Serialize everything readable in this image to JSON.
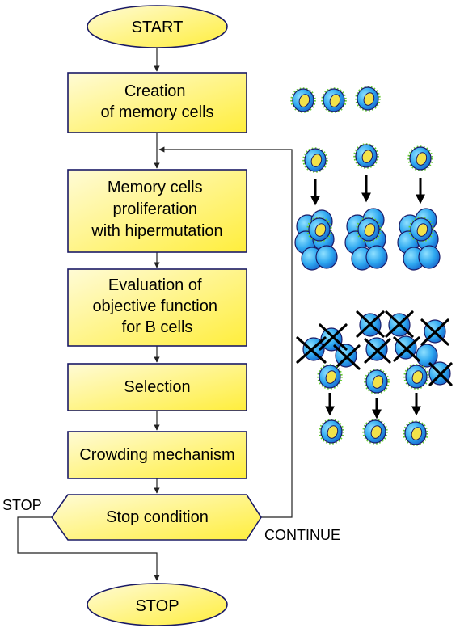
{
  "flowchart": {
    "start": "START",
    "steps": [
      {
        "lines": [
          "Creation",
          "of memory cells"
        ]
      },
      {
        "lines": [
          "Memory cells",
          "proliferation",
          "with hipermutation"
        ]
      },
      {
        "lines": [
          "Evaluation of",
          "objective function",
          "for B cells"
        ]
      },
      {
        "lines": [
          "Selection"
        ]
      },
      {
        "lines": [
          "Crowding mechanism"
        ]
      }
    ],
    "decision": "Stop condition",
    "stop_branch_label": "STOP",
    "continue_branch_label": "CONTINUE",
    "end": "STOP"
  },
  "colors": {
    "box_fill_light": "#fffbd6",
    "box_fill_dark": "#ffee3c",
    "stroke": "#1a1a66",
    "cell_blue": "#2ea8f0",
    "cell_dark": "#1560c8",
    "nucleus": "#f2e24a",
    "spikes": "#66cc33"
  }
}
